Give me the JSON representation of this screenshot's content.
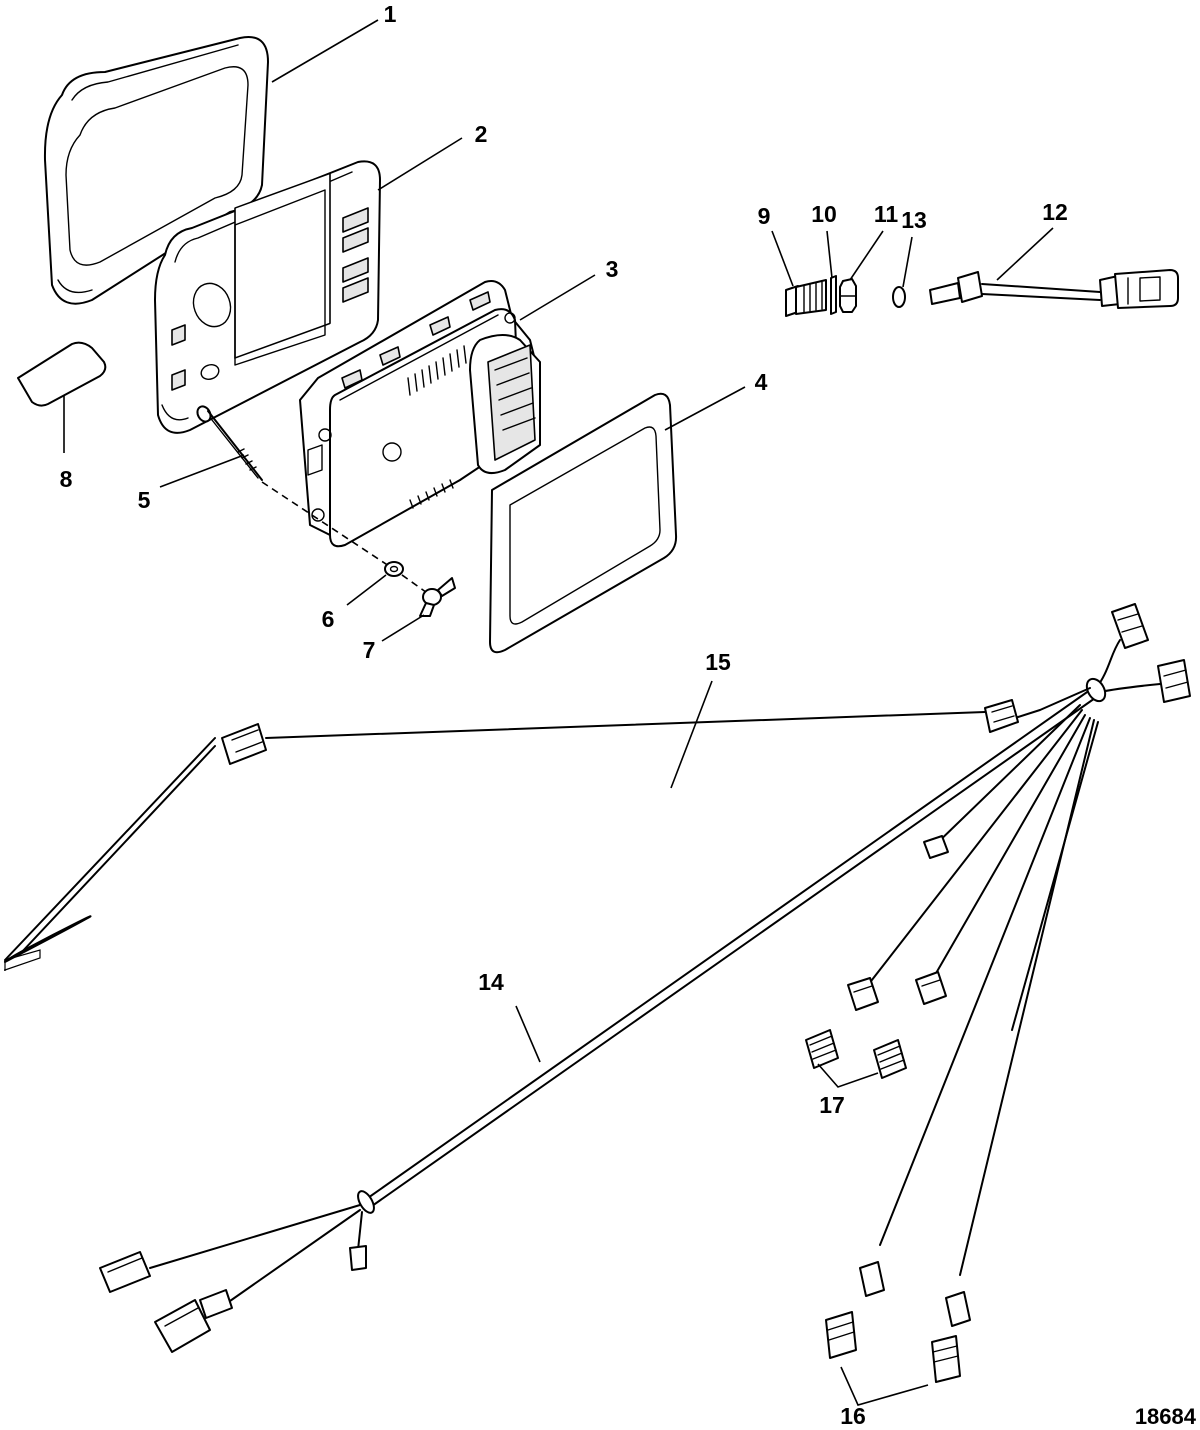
{
  "figure_number": "18684",
  "callouts": {
    "c1": "1",
    "c2": "2",
    "c3": "3",
    "c4": "4",
    "c5": "5",
    "c6": "6",
    "c7": "7",
    "c8": "8",
    "c9": "9",
    "c10": "10",
    "c11": "11",
    "c12": "12",
    "c13": "13",
    "c14": "14",
    "c15": "15",
    "c16": "16",
    "c17": "17"
  }
}
